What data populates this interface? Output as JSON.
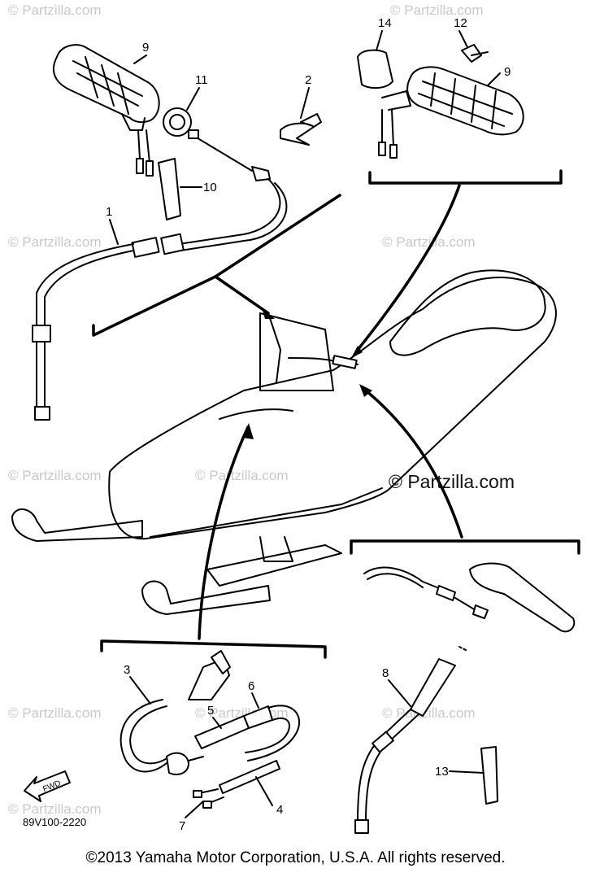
{
  "watermarks": [
    "© Partzilla.com",
    "© Partzilla.com",
    "© Partzilla.com",
    "© Partzilla.com",
    "© Partzilla.com",
    "© Partzilla.com",
    "© Partzilla.com",
    "© Partzilla.com",
    "© Partzilla.com",
    "© Partzilla.com"
  ],
  "watermark_main": "© Partzilla.com",
  "callouts": [
    "9",
    "11",
    "2",
    "10",
    "1",
    "14",
    "12",
    "9",
    "3",
    "5",
    "6",
    "7",
    "4",
    "8",
    "13"
  ],
  "diagram_code": "89V100-2220",
  "fwd_label": "FWD",
  "copyright": "©2013 Yamaha Motor Corporation, U.S.A. All rights reserved."
}
